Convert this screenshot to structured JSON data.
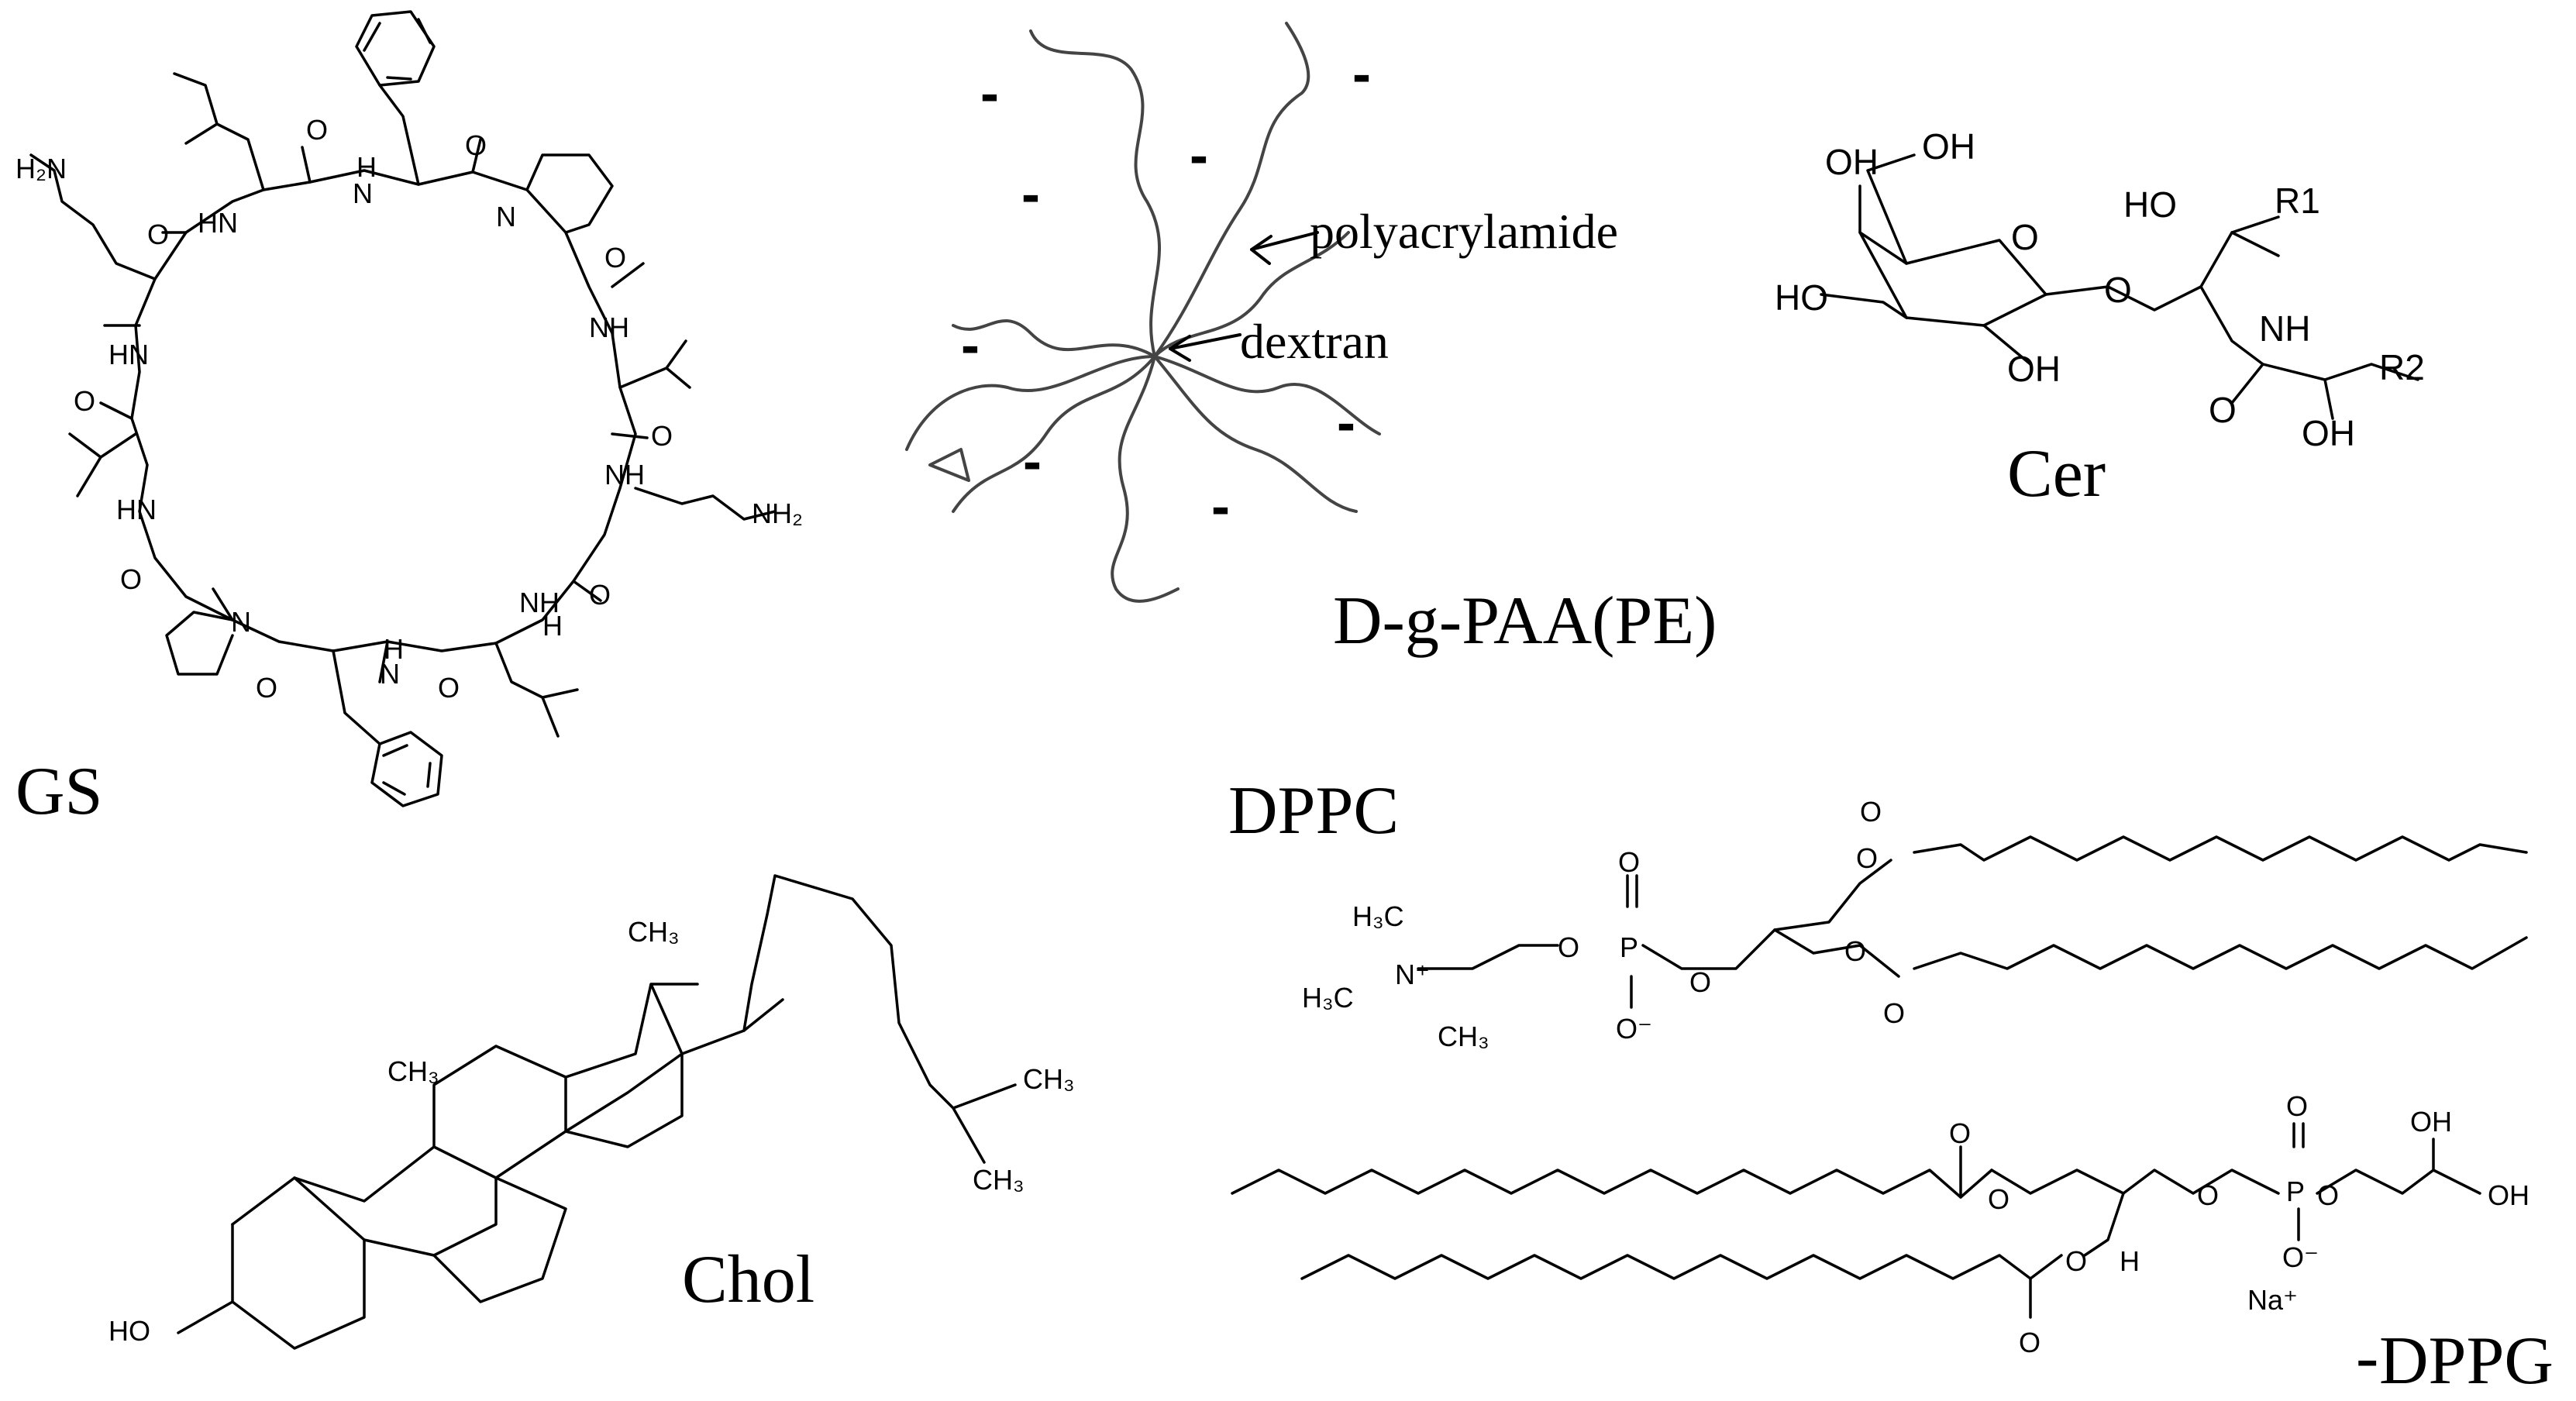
{
  "labels": {
    "gs": "GS",
    "dgpaa": "D-g-PAA(PE)",
    "cer": "Cer",
    "dppc": "DPPC",
    "chol": "Chol",
    "dppg": "DPPG",
    "dppg_mark": "-"
  },
  "annotations": {
    "polyacrylamide": "polyacrylamide",
    "dextran": "dextran",
    "charge": "-"
  },
  "atoms": {
    "h2n": "H₂N",
    "nh2": "NH₂",
    "o": "O",
    "hn": "HN",
    "nh": "NH",
    "n": "N",
    "h": "H",
    "oh": "OH",
    "ho": "HO",
    "p": "P",
    "r1": "R1",
    "r2": "R2",
    "ch3": "CH₃",
    "h3c": "H₃C",
    "o_minus": "O⁻",
    "n_plus": "N⁺",
    "na_plus": "Na⁺"
  }
}
